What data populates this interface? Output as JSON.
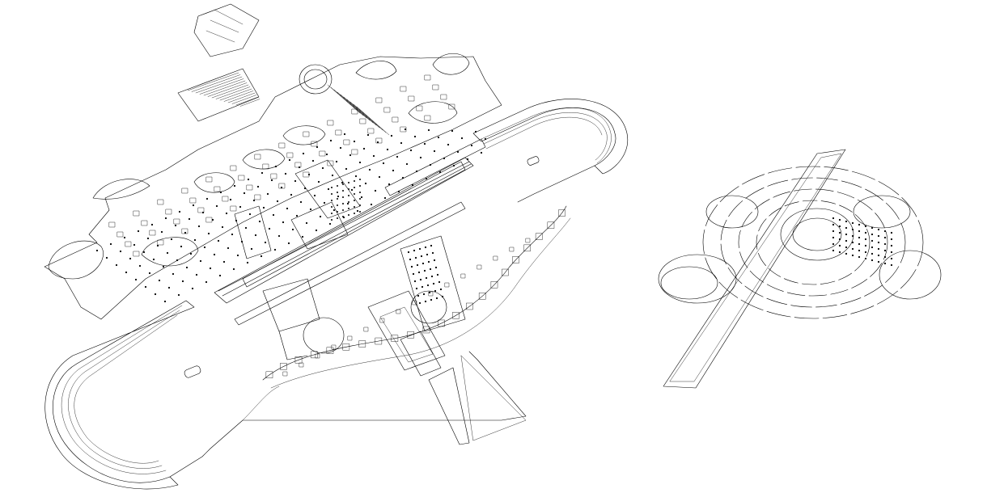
{
  "drawing": {
    "kind": "architectural-plan-linework",
    "text_labels": [],
    "colors": {
      "background": "#ffffff",
      "ink": "#000000",
      "light_ink": "#555555"
    },
    "elements": [
      "main-complex",
      "colonnade-block",
      "central-axis",
      "stadium-oval",
      "circular-complex"
    ],
    "repeated_features": {
      "colonnade_rows": 8,
      "colonnade_columns": 14,
      "arena_edge_notches": 22,
      "circle_rings": 4
    }
  }
}
